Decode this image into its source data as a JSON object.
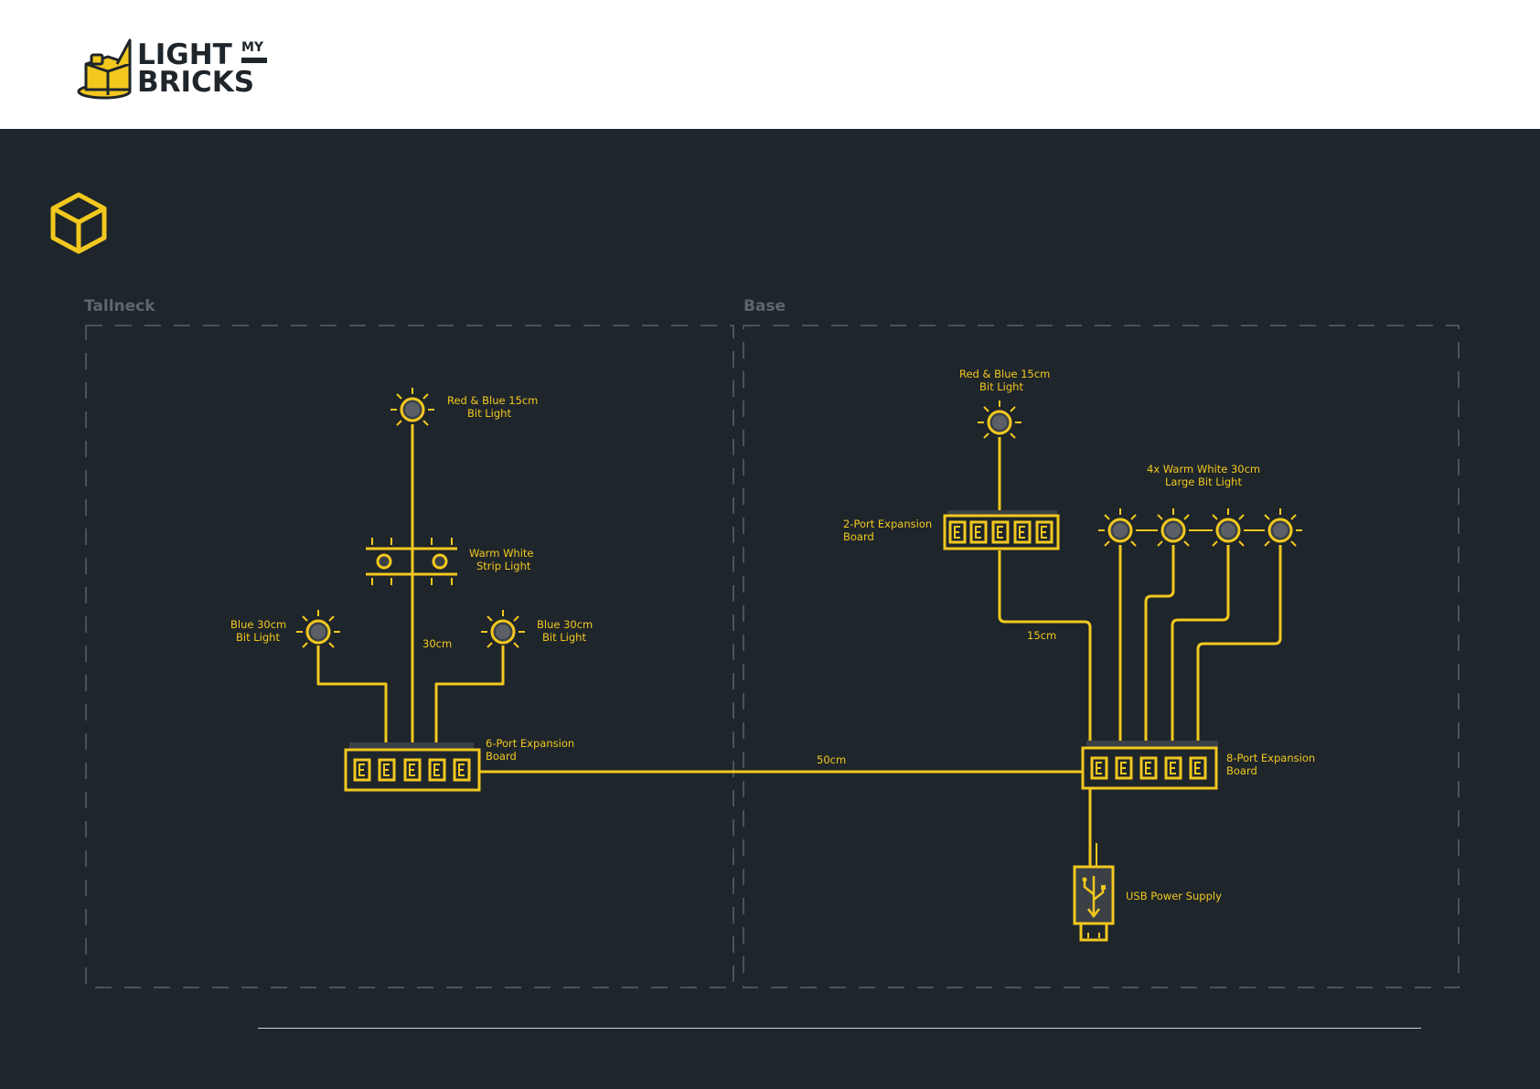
{
  "brand": {
    "line1": "LIGHT",
    "superscript": "MY",
    "line2": "BRICKS",
    "logo_icon": "brick-lamp-logo-icon"
  },
  "section_icon": "cube-icon",
  "colors": {
    "accent": "#f2c81f",
    "background": "#1e252b",
    "header": "#ffffff",
    "frame": "#4b535a",
    "section_title": "#5e666d"
  },
  "sections": {
    "left_title": "Tallneck",
    "right_title": "Base"
  },
  "left": {
    "top_light": [
      "Red & Blue 15cm",
      "Bit Light"
    ],
    "strip": [
      "Warm White",
      "Strip Light"
    ],
    "blue_left": [
      "Blue 30cm",
      "Bit Light"
    ],
    "blue_right": [
      "Blue 30cm",
      "Bit Light"
    ],
    "cable_30": "30cm",
    "board": [
      "6-Port Expansion",
      "Board"
    ]
  },
  "right": {
    "top_light": [
      "Red & Blue 15cm",
      "Bit Light"
    ],
    "two_port": [
      "2-Port Expansion",
      "Board"
    ],
    "warm_lights": [
      "4x Warm White  30cm",
      "Large Bit Light"
    ],
    "cable_15": "15cm",
    "board": [
      "8-Port Expansion",
      "Board"
    ],
    "usb": "USB Power Supply"
  },
  "link_cable": "50cm"
}
